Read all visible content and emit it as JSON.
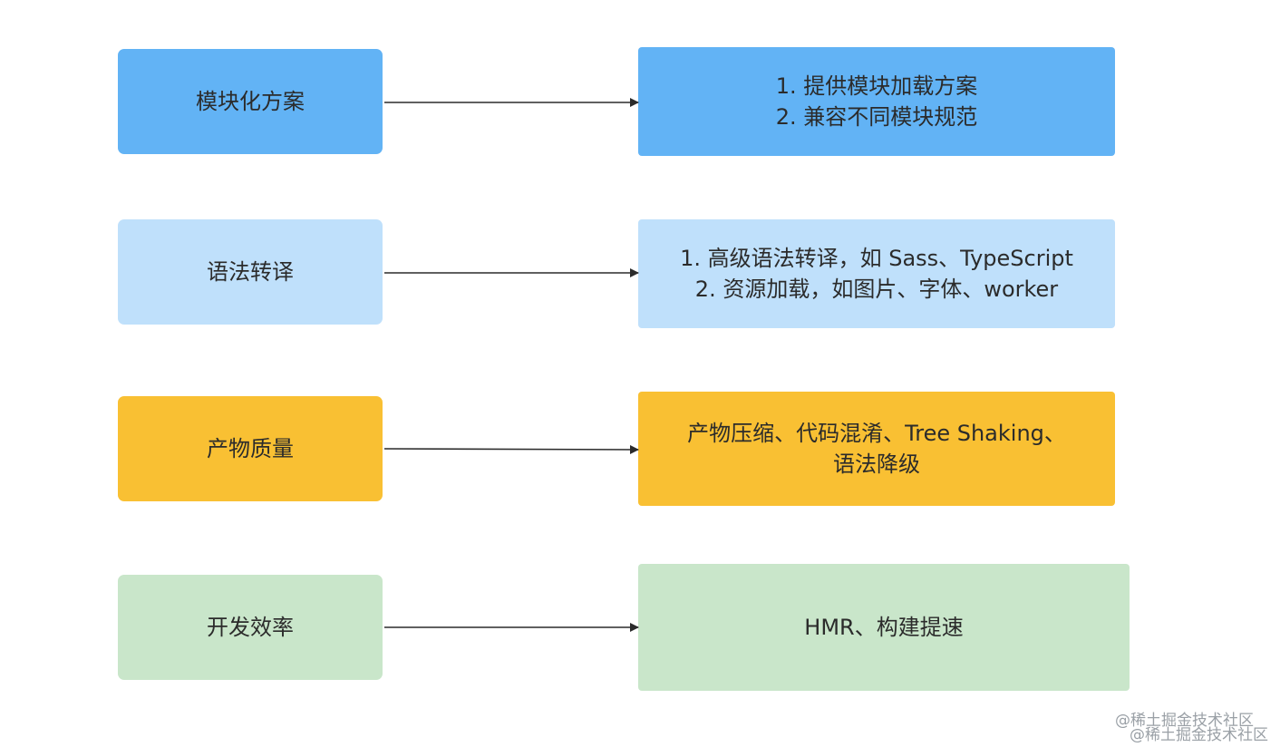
{
  "colors": {
    "module": "#62b3f5",
    "syntax": "#bfe0fb",
    "output": "#f9c033",
    "dev": "#c9e6ca",
    "arrow": "#2b2b2b"
  },
  "rows": [
    {
      "key": "module",
      "label": "模块化方案",
      "lines": [
        "1. 提供模块加载方案",
        "2. 兼容不同模块规范"
      ]
    },
    {
      "key": "syntax",
      "label": "语法转译",
      "lines": [
        "1. 高级语法转译，如 Sass、TypeScript",
        "2. 资源加载，如图片、字体、worker"
      ]
    },
    {
      "key": "output",
      "label": "产物质量",
      "lines": [
        "产物压缩、代码混淆、Tree Shaking、",
        "语法降级"
      ]
    },
    {
      "key": "dev",
      "label": "开发效率",
      "lines": [
        "HMR、构建提速"
      ]
    }
  ],
  "watermark": "@稀土掘金技术社区"
}
